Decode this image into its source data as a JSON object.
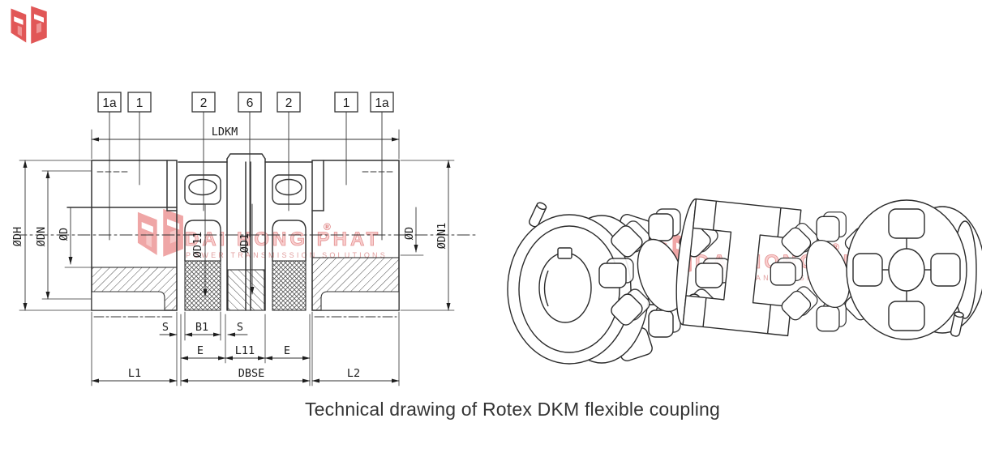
{
  "caption": "Technical drawing of Rotex DKM flexible coupling",
  "callouts": [
    "1a",
    "1",
    "2",
    "6",
    "2",
    "1",
    "1a"
  ],
  "dimensions": {
    "top": "LDKM",
    "left": [
      "ØDH",
      "ØDN",
      "ØD"
    ],
    "middle": [
      "ØD11",
      "ØD1"
    ],
    "right": [
      "ØD",
      "ØDN1"
    ],
    "gap_row": [
      "S",
      "B1",
      "S"
    ],
    "mid_row": [
      "E",
      "L11",
      "E"
    ],
    "overall_row": [
      "L1",
      "DBSE",
      "L2"
    ]
  },
  "watermark": {
    "brand": "DAI HONG PHAT",
    "registered": "®",
    "tagline": "POWER TRANSMISSION SOLUTIONS",
    "accent_color": "#d84f4f"
  },
  "colors": {
    "line": "#333333",
    "background": "#ffffff",
    "watermark_red": "#e05555"
  }
}
